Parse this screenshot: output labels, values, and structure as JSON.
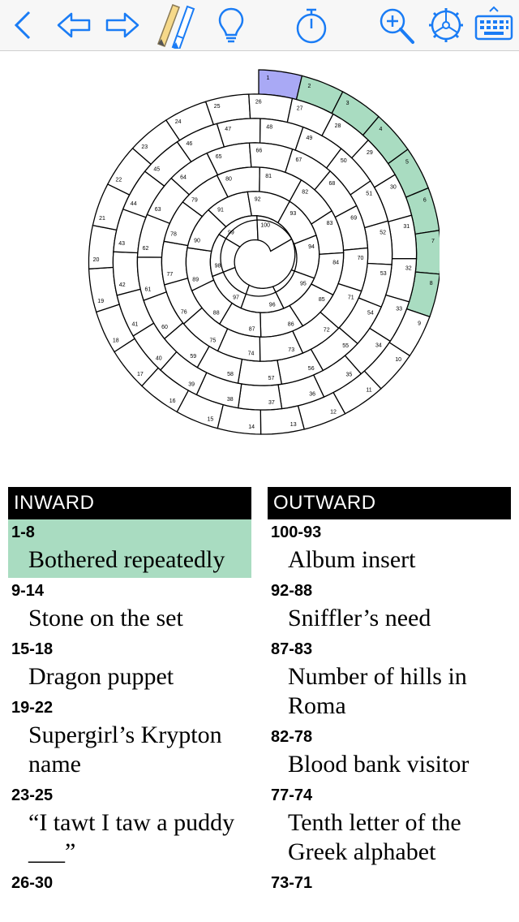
{
  "toolbar": {
    "icons": [
      "back-chevron-icon",
      "previous-clue-arrow-icon",
      "next-clue-arrow-icon",
      "pencil-pen-icon",
      "lightbulb-hint-icon",
      "stopwatch-icon",
      "zoom-in-icon",
      "settings-wheel-icon",
      "keyboard-icon"
    ],
    "accent_color": "#1a7cf5"
  },
  "puzzle": {
    "type": "spiral-crossword",
    "cell_count": 100,
    "selected_cell": 1,
    "selected_color": "#a9a9f5",
    "highlight_cells": [
      2,
      3,
      4,
      5,
      6,
      7,
      8
    ],
    "highlight_color": "#a9dcc1"
  },
  "inward": {
    "heading": "INWARD",
    "clues": [
      {
        "range": "1-8",
        "text": "Bothered repeatedly",
        "selected": true
      },
      {
        "range": "9-14",
        "text": "Stone on the set",
        "selected": false
      },
      {
        "range": "15-18",
        "text": "Dragon puppet",
        "selected": false
      },
      {
        "range": "19-22",
        "text": "Supergirl’s Krypton name",
        "selected": false
      },
      {
        "range": "23-25",
        "text": "“I tawt I taw a puddy ___”",
        "selected": false
      },
      {
        "range": "26-30",
        "text": "",
        "selected": false
      }
    ]
  },
  "outward": {
    "heading": "OUTWARD",
    "clues": [
      {
        "range": "100-93",
        "text": "Album insert",
        "selected": false
      },
      {
        "range": "92-88",
        "text": "Sniffler’s need",
        "selected": false
      },
      {
        "range": "87-83",
        "text": "Number of hills in Roma",
        "selected": false
      },
      {
        "range": "82-78",
        "text": "Blood bank visitor",
        "selected": false
      },
      {
        "range": "77-74",
        "text": "Tenth letter of the Greek alphabet",
        "selected": false
      },
      {
        "range": "73-71",
        "text": "",
        "selected": false
      }
    ]
  }
}
